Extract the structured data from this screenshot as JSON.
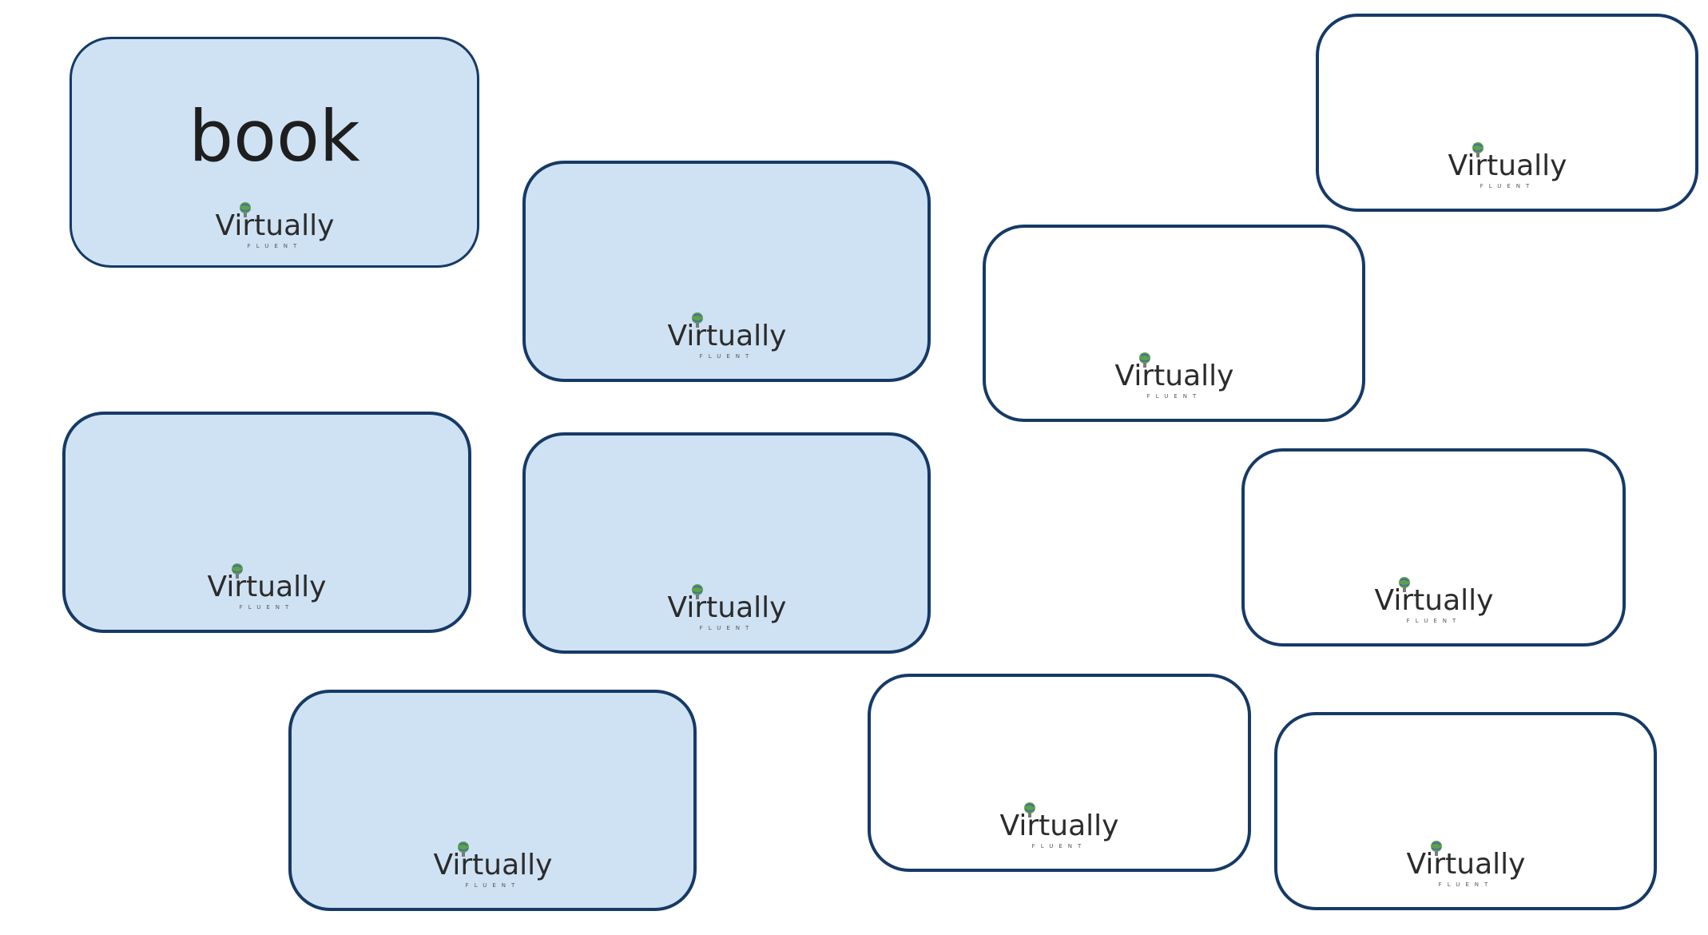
{
  "game": {
    "cards": [
      {
        "id": "c1",
        "face": "book",
        "revealed": true,
        "color": "#cfe2f3"
      },
      {
        "id": "c2",
        "face": "",
        "revealed": false,
        "color": "#cfe2f3"
      },
      {
        "id": "c3",
        "face": "",
        "revealed": false,
        "color": "#ffffff"
      },
      {
        "id": "c4",
        "face": "",
        "revealed": false,
        "color": "#ffffff"
      },
      {
        "id": "c5",
        "face": "",
        "revealed": false,
        "color": "#cfe2f3"
      },
      {
        "id": "c6",
        "face": "",
        "revealed": false,
        "color": "#cfe2f3"
      },
      {
        "id": "c7",
        "face": "",
        "revealed": false,
        "color": "#ffffff"
      },
      {
        "id": "c8",
        "face": "",
        "revealed": false,
        "color": "#cfe2f3"
      },
      {
        "id": "c9",
        "face": "",
        "revealed": false,
        "color": "#ffffff"
      },
      {
        "id": "c10",
        "face": "",
        "revealed": false,
        "color": "#ffffff"
      }
    ]
  },
  "logo": {
    "wordmark": "Virtually",
    "tagline": "FLUENT",
    "colors": {
      "text": "#2b2b2b",
      "accent_green": "#5fa04a",
      "accent_blue": "#3f6fa8",
      "accent_gray": "#9a9a9a"
    }
  },
  "theme": {
    "border": "#163a66",
    "blue_card": "#cfe2f3",
    "white_card": "#ffffff"
  }
}
